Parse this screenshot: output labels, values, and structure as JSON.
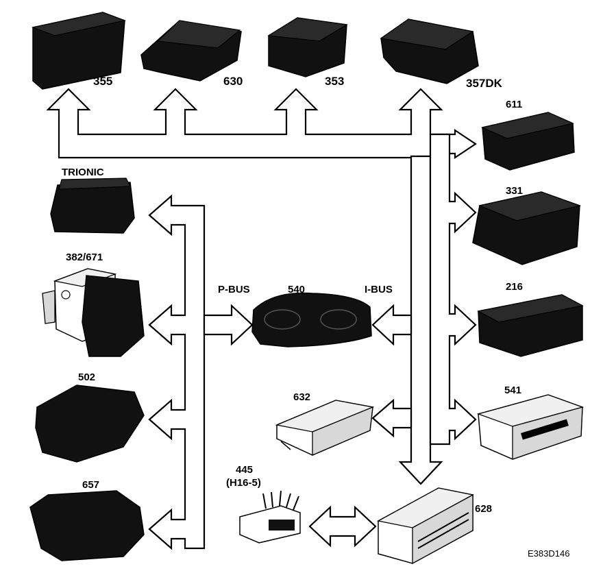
{
  "diagram": {
    "bus_labels": {
      "p_bus": "P-BUS",
      "i_bus": "I-BUS"
    },
    "modules": [
      {
        "id": "355",
        "label": "355"
      },
      {
        "id": "630",
        "label": "630"
      },
      {
        "id": "353",
        "label": "353"
      },
      {
        "id": "357DK",
        "label": "357DK"
      },
      {
        "id": "611",
        "label": "611"
      },
      {
        "id": "trionic",
        "label": "TRIONIC"
      },
      {
        "id": "331",
        "label": "331"
      },
      {
        "id": "382-671",
        "label": "382/671"
      },
      {
        "id": "540",
        "label": "540"
      },
      {
        "id": "216",
        "label": "216"
      },
      {
        "id": "502",
        "label": "502"
      },
      {
        "id": "632",
        "label": "632"
      },
      {
        "id": "541",
        "label": "541"
      },
      {
        "id": "445",
        "label": "445"
      },
      {
        "id": "445-sub",
        "label": "(H16-5)"
      },
      {
        "id": "628",
        "label": "628"
      },
      {
        "id": "657",
        "label": "657"
      }
    ],
    "figure_ref": "E383D146"
  }
}
